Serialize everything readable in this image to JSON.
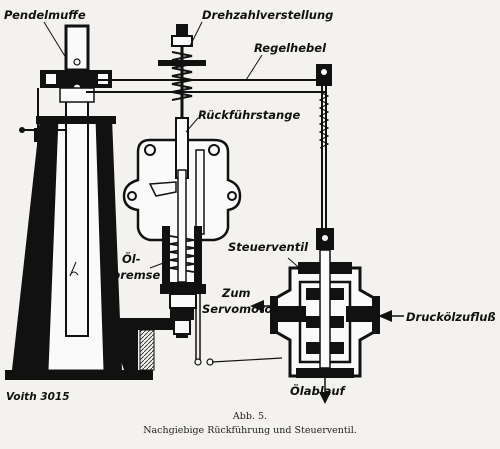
{
  "labels": {
    "pendelmuffe": "Pendelmuffe",
    "drehzahlverstellung": "Drehzahlverstellung",
    "regelhebel": "Regelhebel",
    "rueckfuehrstange": "Rückführstange",
    "oel": "Öl-",
    "bremse": "bremse",
    "steuerventil": "Steuerventil",
    "zum": "Zum",
    "servomotor": "Servomotor",
    "druckoelzufluss": "Druckölzufluß",
    "oelablauf": "Ölablauf",
    "voith": "Voith 3015"
  },
  "caption": {
    "line1": "Abb. 5.",
    "line2": "Nachgiebige Rückführung und Steuerventil."
  }
}
